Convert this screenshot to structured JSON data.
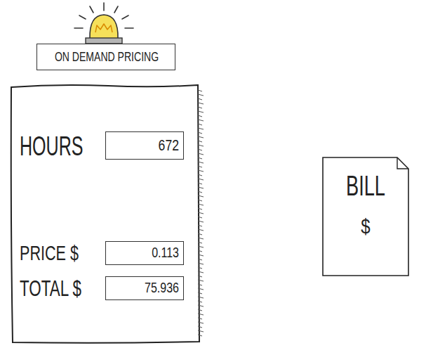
{
  "diagram": {
    "nodes": [
      {
        "text": [
          "ON DEMAND PRICING"
        ]
      },
      {
        "text": [
          "HOURS",
          "PRICE $",
          "TOTAL $"
        ]
      },
      {
        "text": [
          "672"
        ],
        "in": 1
      },
      {
        "text": [
          "0.113"
        ],
        "in": 1
      },
      {
        "text": [
          "75.936"
        ],
        "in": 1
      },
      {
        "text": [
          "BILL",
          "$"
        ]
      }
    ]
  }
}
